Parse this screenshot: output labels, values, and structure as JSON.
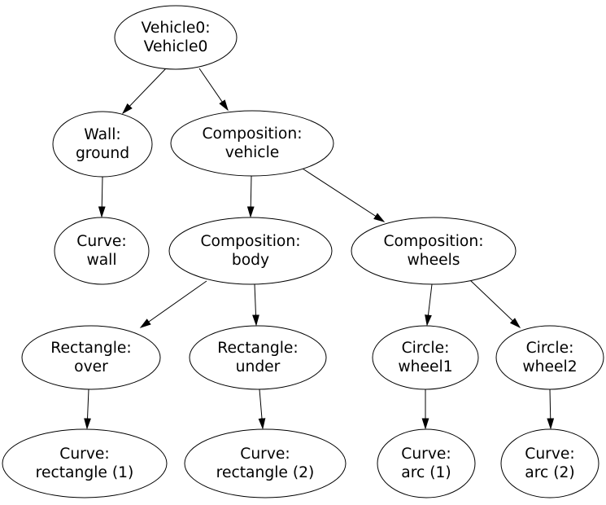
{
  "diagram": {
    "type": "directed-graph-tree",
    "background_color": "#ffffff",
    "node_fill_color": "#ffffff",
    "node_stroke_color": "#000000",
    "text_color": "#000000",
    "nodes": {
      "vehicle0": {
        "line1": "Vehicle0:",
        "line2": "Vehicle0"
      },
      "wall_ground": {
        "line1": "Wall:",
        "line2": "ground"
      },
      "comp_vehicle": {
        "line1": "Composition:",
        "line2": "vehicle"
      },
      "curve_wall": {
        "line1": "Curve:",
        "line2": "wall"
      },
      "comp_body": {
        "line1": "Composition:",
        "line2": "body"
      },
      "comp_wheels": {
        "line1": "Composition:",
        "line2": "wheels"
      },
      "rect_over": {
        "line1": "Rectangle:",
        "line2": "over"
      },
      "rect_under": {
        "line1": "Rectangle:",
        "line2": "under"
      },
      "circle_wheel1": {
        "line1": "Circle:",
        "line2": "wheel1"
      },
      "circle_wheel2": {
        "line1": "Circle:",
        "line2": "wheel2"
      },
      "curve_rect1": {
        "line1": "Curve:",
        "line2": "rectangle (1)"
      },
      "curve_rect2": {
        "line1": "Curve:",
        "line2": "rectangle (2)"
      },
      "curve_arc1": {
        "line1": "Curve:",
        "line2": "arc (1)"
      },
      "curve_arc2": {
        "line1": "Curve:",
        "line2": "arc (2)"
      }
    },
    "edges": [
      {
        "from": "Vehicle0: Vehicle0",
        "to": "Wall: ground"
      },
      {
        "from": "Vehicle0: Vehicle0",
        "to": "Composition: vehicle"
      },
      {
        "from": "Wall: ground",
        "to": "Curve: wall"
      },
      {
        "from": "Composition: vehicle",
        "to": "Composition: body"
      },
      {
        "from": "Composition: vehicle",
        "to": "Composition: wheels"
      },
      {
        "from": "Composition: body",
        "to": "Rectangle: over"
      },
      {
        "from": "Composition: body",
        "to": "Rectangle: under"
      },
      {
        "from": "Composition: wheels",
        "to": "Circle: wheel1"
      },
      {
        "from": "Composition: wheels",
        "to": "Circle: wheel2"
      },
      {
        "from": "Rectangle: over",
        "to": "Curve: rectangle (1)"
      },
      {
        "from": "Rectangle: under",
        "to": "Curve: rectangle (2)"
      },
      {
        "from": "Circle: wheel1",
        "to": "Curve: arc (1)"
      },
      {
        "from": "Circle: wheel2",
        "to": "Curve: arc (2)"
      }
    ]
  }
}
